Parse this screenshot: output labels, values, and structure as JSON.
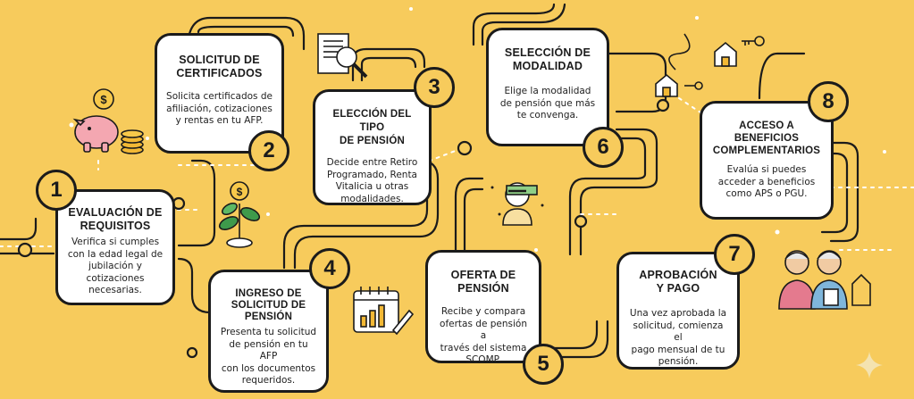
{
  "background_color": "#F7CB5C",
  "steps": [
    {
      "number": "1",
      "title": "EVALUACIÓN DE\nREQUISITOS",
      "text": "Verifica si cumples\ncon la edad legal de\njubilación y\ncotizaciones\nnecesarias."
    },
    {
      "number": "2",
      "title": "SOLICITUD DE\nCERTIFICADOS",
      "text": "Solicita certificados de\nafiliación, cotizaciones\ny rentas en tu AFP."
    },
    {
      "number": "3",
      "title": "ELECCIÓN DEL TIPO\nDE PENSIÓN",
      "text": "Decide entre Retiro\nProgramado, Renta\nVitalicia u otras\nmodalidades."
    },
    {
      "number": "4",
      "title": "INGRESO DE\nSOLICITUD DE\nPENSIÓN",
      "text": "Presenta tu solicitud\nde pensión en tu AFP\ncon los documentos\nrequeridos."
    },
    {
      "number": "5",
      "title": "OFERTA DE\nPENSIÓN",
      "text": "Recibe y compara\nofertas de pensión a\ntravés del sistema\nSCOMP."
    },
    {
      "number": "6",
      "title": "SELECCIÓN DE\nMODALIDAD",
      "text": "Elige la modalidad\nde pensión que más\nte convenga."
    },
    {
      "number": "7",
      "title": "APROBACIÓN\nY PAGO",
      "text": "Una vez aprobada la\nsolicitud, comienza el\npago mensual de tu\npensión."
    },
    {
      "number": "8",
      "title": "ACCESO A\nBENEFICIOS\nCOMPLEMENTARIOS",
      "text": "Evalúa si puedes\nacceder a beneficios\ncomo APS o PGU."
    }
  ],
  "icons": [
    "piggy-bank-icon",
    "magnifier-document-icon",
    "money-plant-icon",
    "calendar-chart-icon",
    "retiree-icon",
    "houses-keys-icon",
    "elderly-couple-icon",
    "sparkle-icon"
  ]
}
